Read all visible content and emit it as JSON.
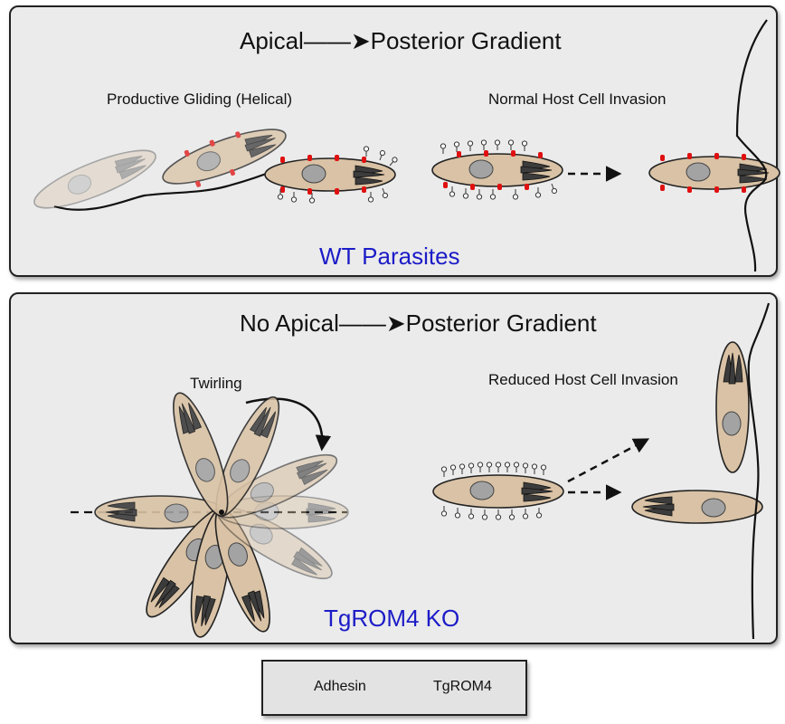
{
  "wt_panel": {
    "title": "Apical——➤Posterior Gradient",
    "gliding_label": "Productive Gliding (Helical)",
    "invasion_label": "Normal Host Cell Invasion",
    "strain_label": "WT Parasites"
  },
  "ko_panel": {
    "title": "No Apical——➤Posterior Gradient",
    "twirling_label": "Twirling",
    "invasion_label": "Reduced Host Cell Invasion",
    "strain_label": "TgROM4 KO"
  },
  "legend": {
    "adhesin_label": "Adhesin",
    "rom4_label": "TgROM4"
  },
  "colors": {
    "parasite_body": "#d9c2a5",
    "nucleus": "#a3a3a3",
    "rhoptry": "#3c3c3c",
    "tgrom4": "#e01010",
    "strain_text": "#1c1cc8",
    "panel_bg": "#ebebeb"
  }
}
